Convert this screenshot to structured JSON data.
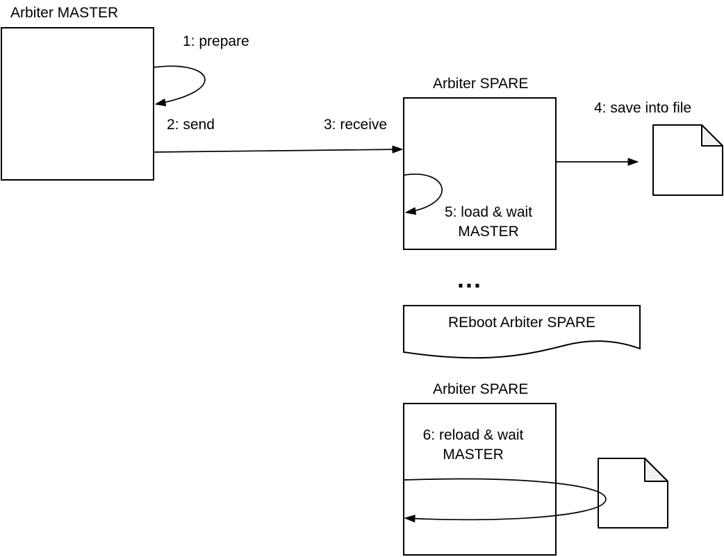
{
  "colors": {
    "background": "#ffffff",
    "line": "#000000",
    "text": "#000000",
    "shape_fill": "#ffffff",
    "fold_fill": "#f2f2f2"
  },
  "master": {
    "title": "Arbiter MASTER"
  },
  "spare_top": {
    "title": "Arbiter SPARE"
  },
  "spare_bottom": {
    "title": "Arbiter SPARE",
    "body_line1": "6: reload & wait",
    "body_line2": "MASTER"
  },
  "steps": {
    "prepare": "1: prepare",
    "send": "2: send",
    "receive": "3: receive",
    "save": "4: save into file",
    "load_line1": "5: load & wait",
    "load_line2": "MASTER"
  },
  "reboot_note": {
    "label": "REboot Arbiter SPARE"
  },
  "ellipsis": "...",
  "icons": {
    "top_file": "document-icon",
    "bottom_file": "document-icon"
  }
}
